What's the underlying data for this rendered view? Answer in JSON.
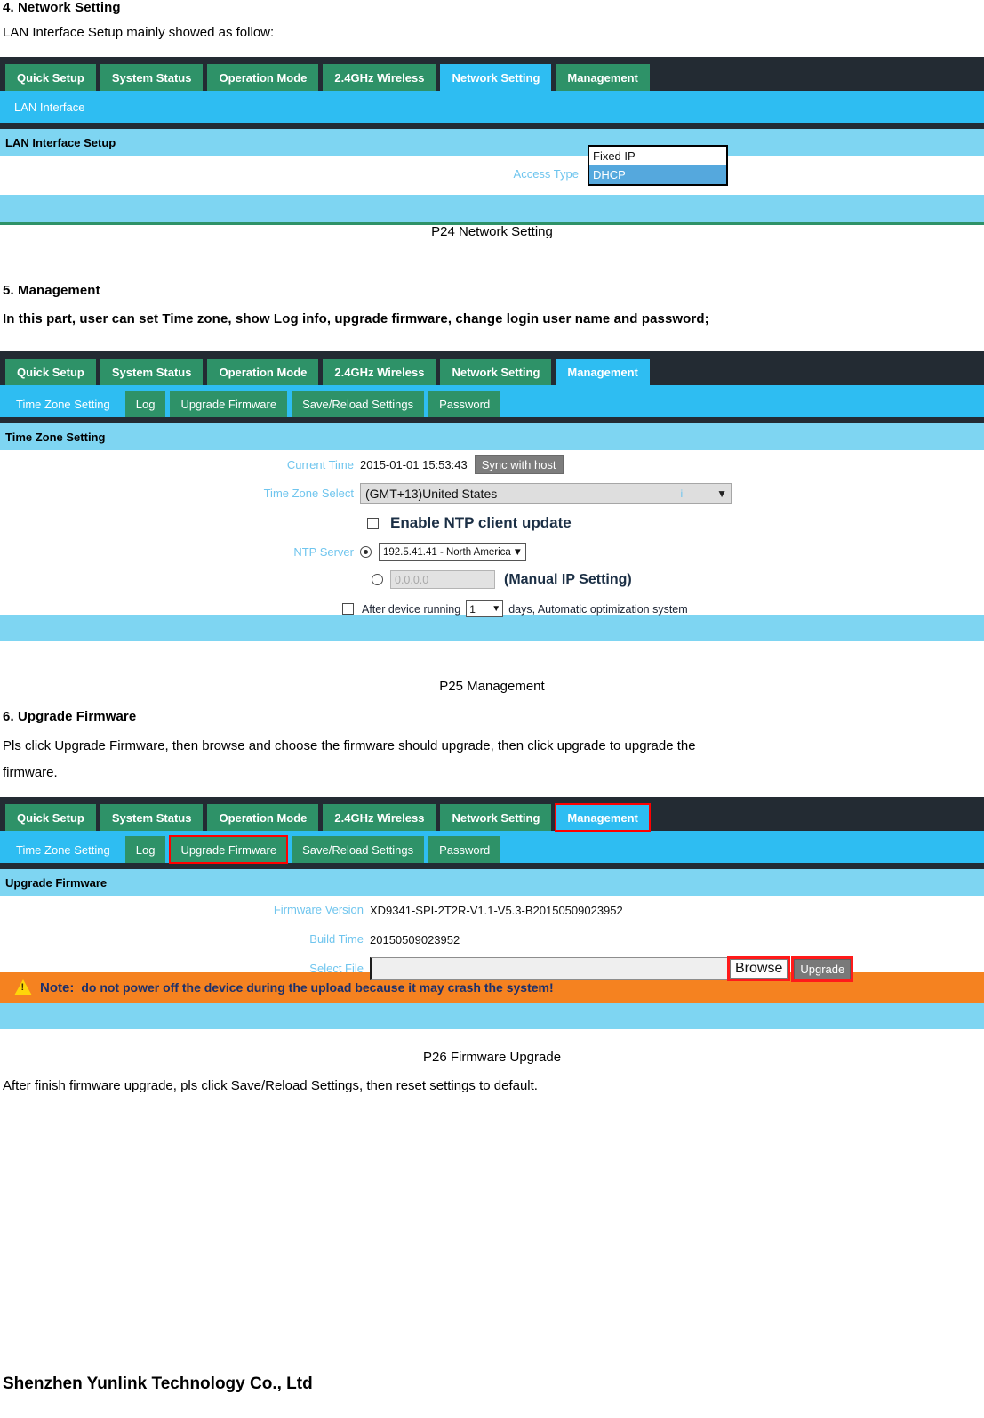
{
  "doc": {
    "section4_heading": "4. Network Setting",
    "section4_text": "LAN Interface Setup mainly showed as follow:",
    "caption_p24": "P24   Network Setting",
    "section5_heading": "5. Management",
    "section5_text": "In this part, user can set Time zone, show Log info, upgrade firmware, change login user name and password;",
    "caption_p25": "P25 Management",
    "section6_heading": "6. Upgrade Firmware",
    "section6_text_line1": "Pls click Upgrade Firmware, then browse and choose the firmware should upgrade, then click upgrade to upgrade the",
    "section6_text_line2": "firmware.",
    "caption_p26": "P26 Firmware Upgrade",
    "closing_text": "After finish firmware upgrade, pls click Save/Reload Settings, then reset settings to default.",
    "footer": "Shenzhen Yunlink Technology Co., Ltd"
  },
  "colors": {
    "nav_bg": "#232b33",
    "tab_green": "#2e9268",
    "tab_active_cyan": "#2ebdf2",
    "section_head_blue": "#7ed5f2",
    "note_orange": "#f58220",
    "note_text_blue": "#1b2f6b",
    "annotation_red": "#ff1a1a",
    "label_blue": "#6fc5ee"
  },
  "panel_network": {
    "nav_tabs": [
      {
        "label": "Quick Setup",
        "active": false
      },
      {
        "label": "System Status",
        "active": false
      },
      {
        "label": "Operation Mode",
        "active": false
      },
      {
        "label": "2.4GHz Wireless",
        "active": false
      },
      {
        "label": "Network Setting",
        "active": true
      },
      {
        "label": "Management",
        "active": false
      }
    ],
    "subnav_label": "LAN Interface",
    "section_title": "LAN Interface Setup",
    "access_type_label": "Access Type",
    "access_type_options": [
      {
        "label": "Fixed IP",
        "selected": false
      },
      {
        "label": "DHCP",
        "selected": true
      }
    ]
  },
  "panel_management": {
    "nav_tabs": [
      {
        "label": "Quick Setup",
        "active": false
      },
      {
        "label": "System Status",
        "active": false
      },
      {
        "label": "Operation Mode",
        "active": false
      },
      {
        "label": "2.4GHz Wireless",
        "active": false
      },
      {
        "label": "Network Setting",
        "active": false
      },
      {
        "label": "Management",
        "active": true
      }
    ],
    "sub_tabs": [
      {
        "label": "Time Zone Setting",
        "active": true
      },
      {
        "label": "Log",
        "active": false
      },
      {
        "label": "Upgrade Firmware",
        "active": false
      },
      {
        "label": "Save/Reload Settings",
        "active": false
      },
      {
        "label": "Password",
        "active": false
      }
    ],
    "section_title": "Time Zone Setting",
    "current_time_label": "Current Time",
    "current_time_value": "2015-01-01 15:53:43",
    "sync_button": "Sync with host",
    "time_zone_label": "Time Zone Select",
    "time_zone_value": "(GMT+13)United States",
    "time_zone_marker": "i",
    "enable_ntp_label": "Enable NTP client update",
    "enable_ntp_checked": false,
    "ntp_server_label": "NTP Server",
    "ntp_server_value": "192.5.41.41 - North America",
    "ntp_server_selected": true,
    "manual_ip_placeholder": "0.0.0.0",
    "manual_ip_label": "(Manual IP Setting)",
    "manual_ip_selected": false,
    "auto_opt_checked": false,
    "auto_opt_prefix": "After device running",
    "auto_opt_days": "1",
    "auto_opt_suffix": "days, Automatic optimization system"
  },
  "panel_firmware": {
    "nav_tabs": [
      {
        "label": "Quick Setup",
        "active": false,
        "boxed": false
      },
      {
        "label": "System Status",
        "active": false,
        "boxed": false
      },
      {
        "label": "Operation Mode",
        "active": false,
        "boxed": false
      },
      {
        "label": "2.4GHz Wireless",
        "active": false,
        "boxed": false
      },
      {
        "label": "Network Setting",
        "active": false,
        "boxed": false
      },
      {
        "label": "Management",
        "active": true,
        "boxed": true
      }
    ],
    "sub_tabs": [
      {
        "label": "Time Zone Setting",
        "active": true,
        "boxed": false
      },
      {
        "label": "Log",
        "active": false,
        "boxed": false
      },
      {
        "label": "Upgrade Firmware",
        "active": false,
        "boxed": true
      },
      {
        "label": "Save/Reload Settings",
        "active": false,
        "boxed": false
      },
      {
        "label": "Password",
        "active": false,
        "boxed": false
      }
    ],
    "section_title": "Upgrade Firmware",
    "firmware_version_label": "Firmware Version",
    "firmware_version_value": "XD9341-SPI-2T2R-V1.1-V5.3-B20150509023952",
    "build_time_label": "Build Time",
    "build_time_value": "20150509023952",
    "select_file_label": "Select File",
    "select_file_value": "",
    "browse_button": "Browse",
    "upgrade_button": "Upgrade",
    "note_label": "Note:",
    "note_text": "do not power off the device during the upload because it may crash the system!"
  }
}
